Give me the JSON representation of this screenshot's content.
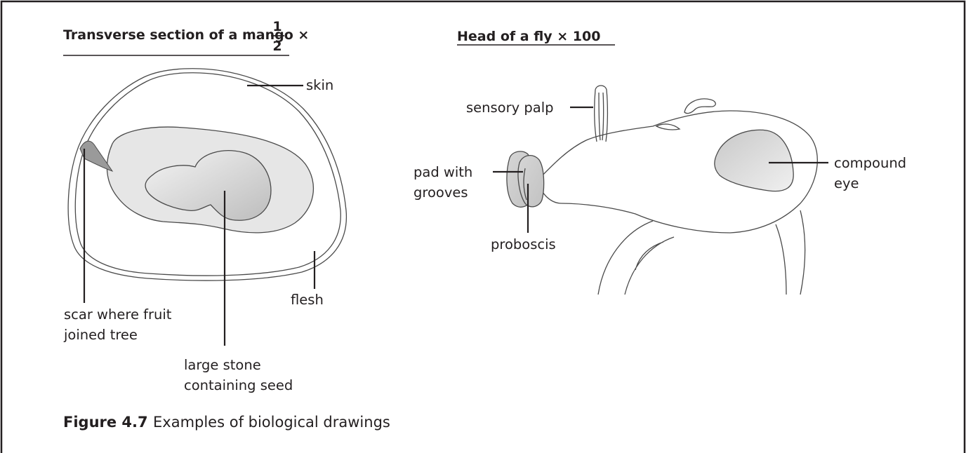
{
  "mango": {
    "title": "Transverse section of a mango ×",
    "scale_num": "1",
    "scale_den": "2",
    "labels": {
      "skin": "skin",
      "flesh": "flesh",
      "scar_1": "scar where fruit",
      "scar_2": "joined tree",
      "stone_1": "large stone",
      "stone_2": "containing seed"
    }
  },
  "fly": {
    "title": "Head of a fly × 100",
    "labels": {
      "palp": "sensory palp",
      "pad_1": "pad with",
      "pad_2": "grooves",
      "proboscis": "proboscis",
      "eye_1": "compound",
      "eye_2": "eye"
    }
  },
  "caption": {
    "number": "Figure 4.7",
    "text": "Examples of biological drawings"
  }
}
